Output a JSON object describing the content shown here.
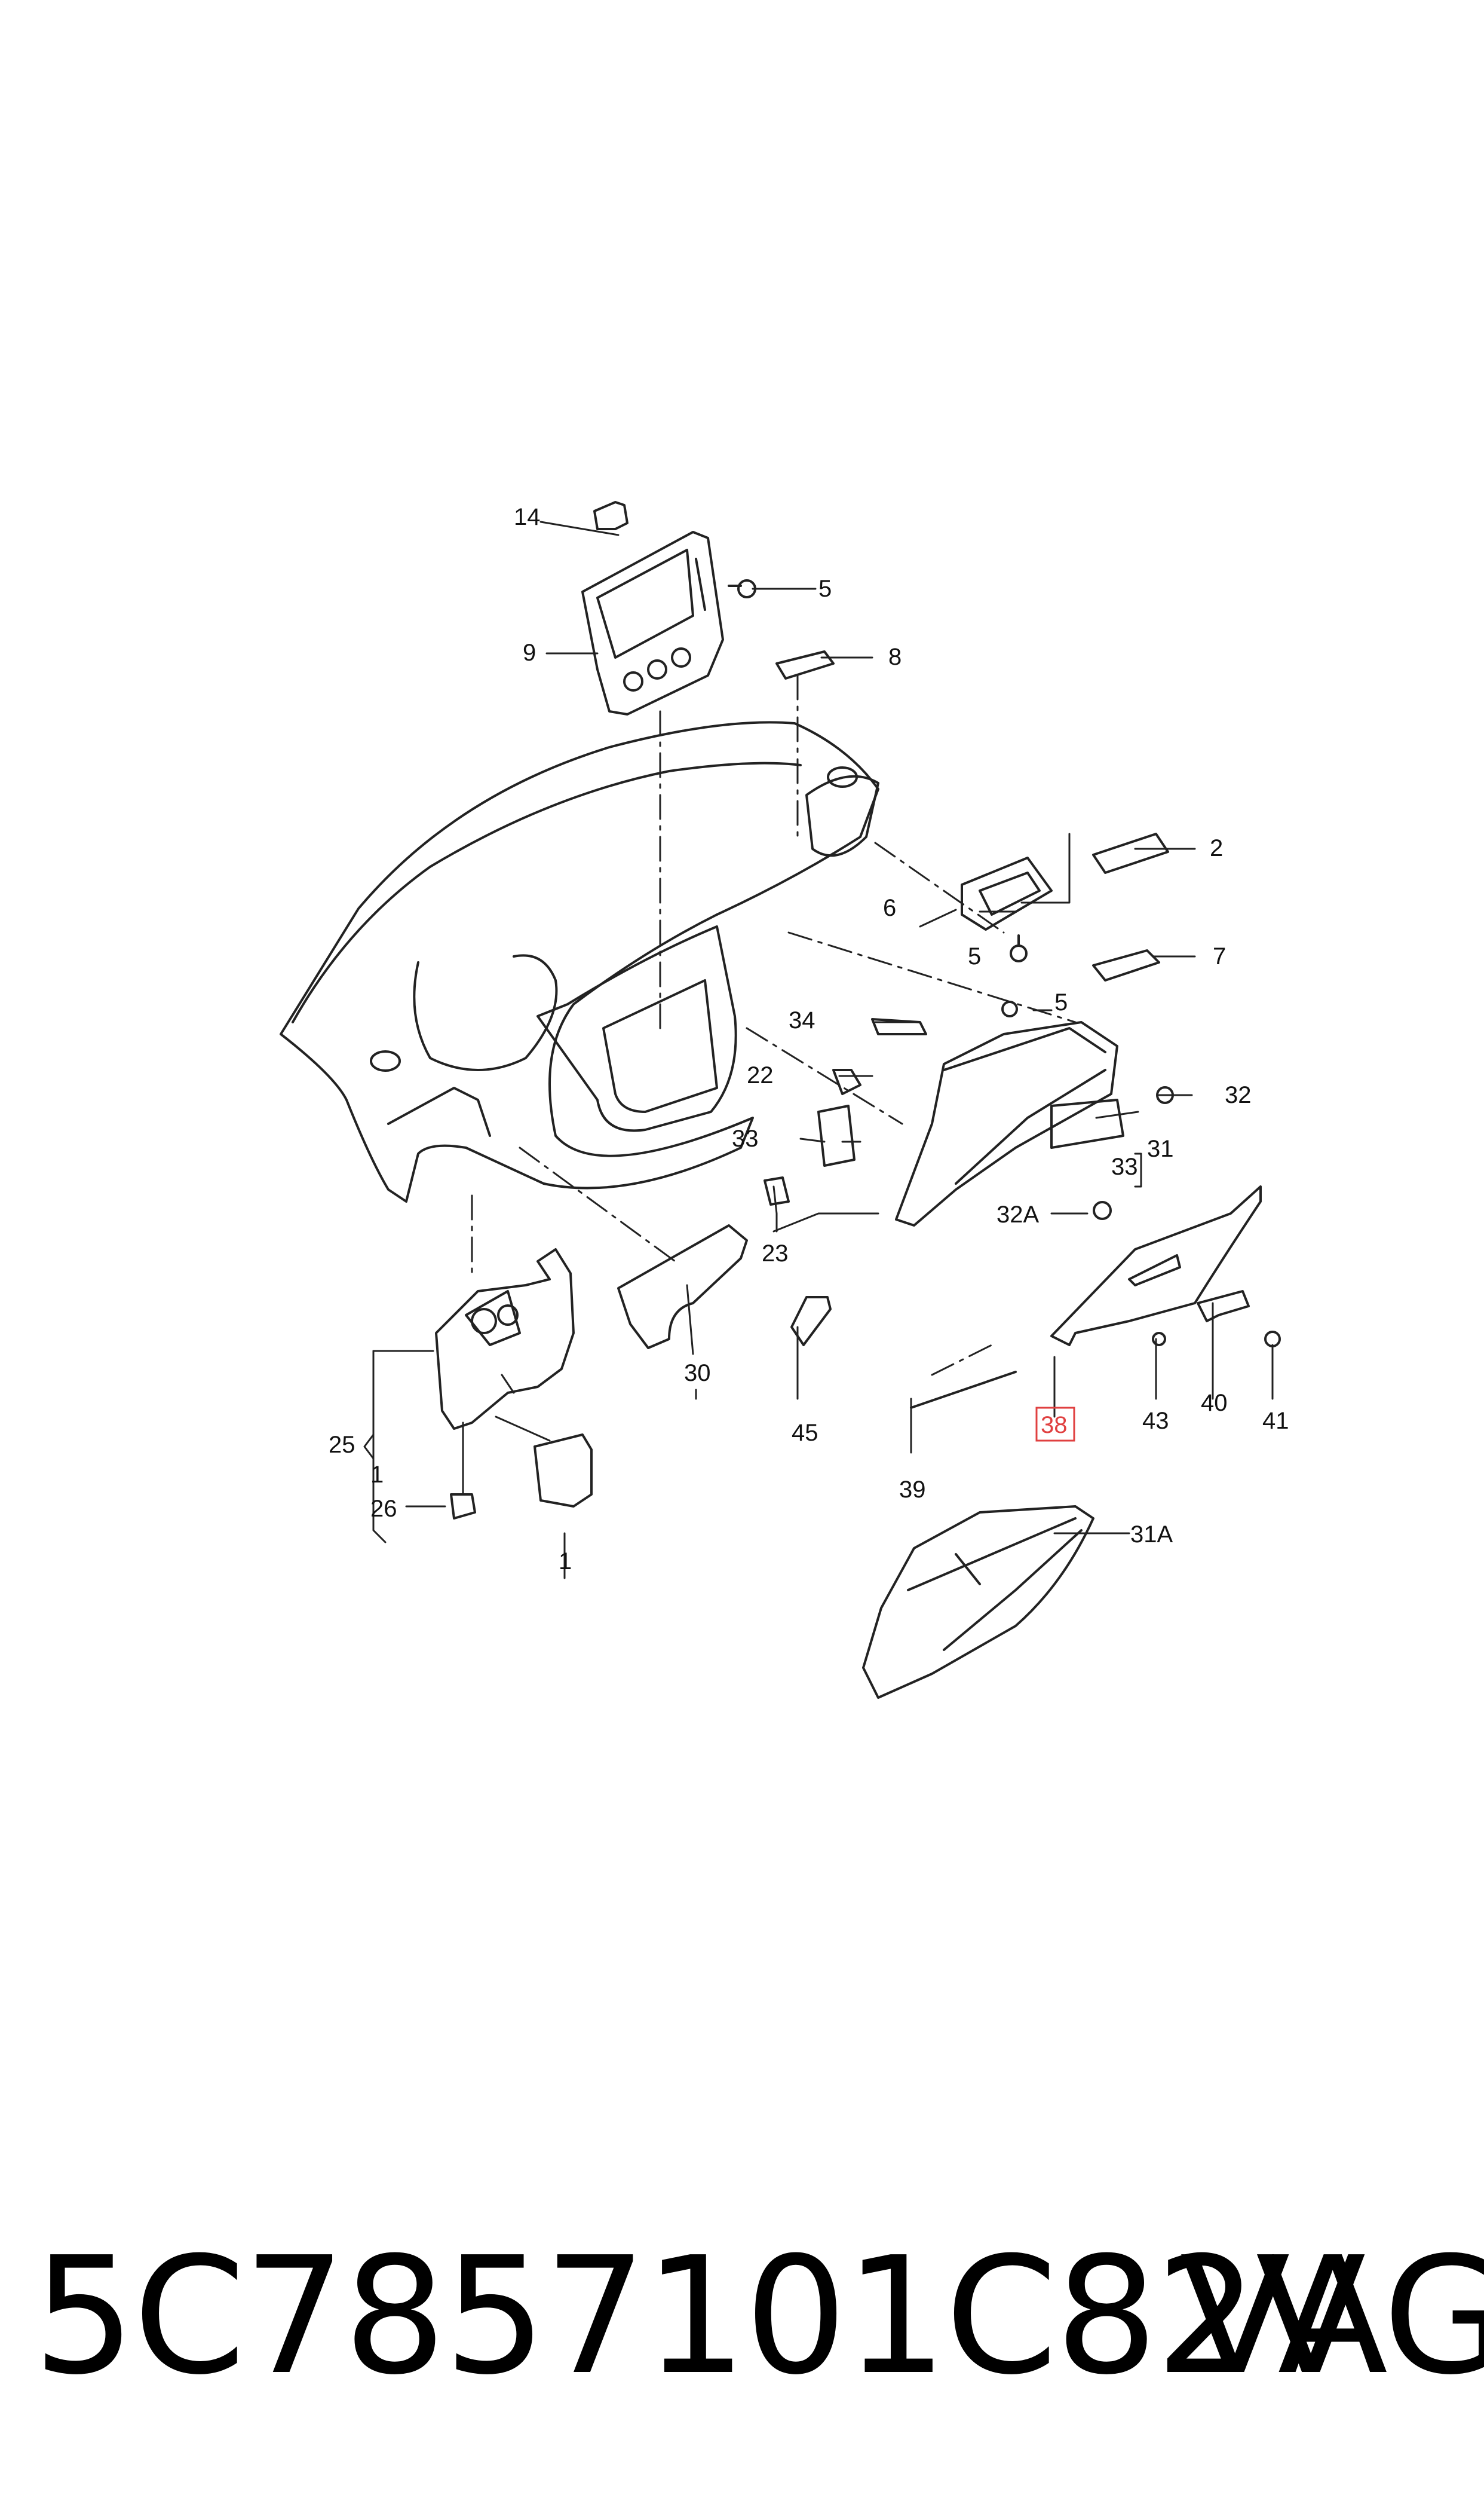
{
  "diagram": {
    "callouts": {
      "c14": "14",
      "c5a": "5",
      "c9": "9",
      "c8": "8",
      "c2": "2",
      "c6": "6",
      "c5b": "5",
      "c7": "7",
      "c5c": "5",
      "c34": "34",
      "c32": "32",
      "c22": "22",
      "c33a": "33",
      "c33b": "33",
      "c31": "31",
      "c32A": "32A",
      "c23": "23",
      "c30": "30",
      "c25": "25",
      "c1a": "1",
      "c26": "26",
      "c1b": "1",
      "c45": "45",
      "c38": "38",
      "c39": "39",
      "c43": "43",
      "c40": "40",
      "c41": "41",
      "c31A": "31A"
    },
    "highlighted_part": "38",
    "highlight_color": "#e04040"
  },
  "footer": {
    "part_number": "5C7857101C82V",
    "brand": "VAG"
  }
}
